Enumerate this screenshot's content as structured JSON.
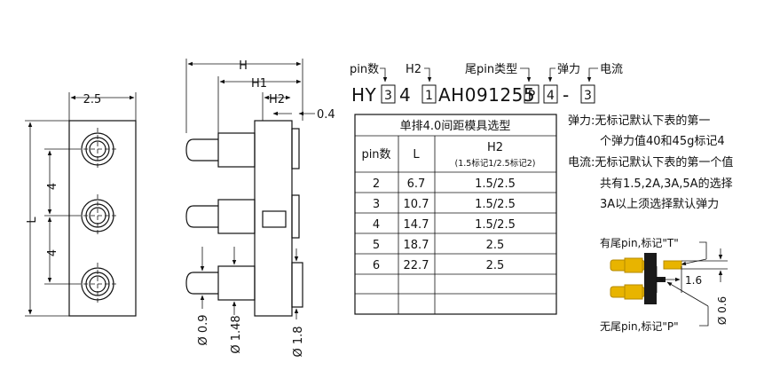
{
  "front_view": {
    "width_label": "2.5",
    "pitch_top_label": "4",
    "pitch_bottom_label": "4",
    "length_label": "L"
  },
  "side_view": {
    "h_label": "H",
    "h1_label": "H1",
    "h2_label": "H2",
    "gap_label": "0.4",
    "dia_tip_label": "Ø 0.9",
    "dia_barrel_label": "Ø 1.48",
    "dia_tail_label": "Ø 1.8"
  },
  "part_code": {
    "prefix": "HY",
    "pin_count": "3",
    "digit": "4",
    "h2_code": "1",
    "mid": "AH091255",
    "tail_type": "P",
    "force": "4",
    "dash": "-",
    "current": "3",
    "callout_pin": "pin数",
    "callout_h2": "H2",
    "callout_tail": "尾pin类型",
    "callout_force": "弹力",
    "callout_current": "电流"
  },
  "table": {
    "title": "单排4.0间距模具选型",
    "headers": [
      "pin数",
      "L",
      "H2",
      "(1.5标记1/2.5标记2)"
    ],
    "rows": [
      [
        "2",
        "6.7",
        "1.5/2.5"
      ],
      [
        "3",
        "10.7",
        "1.5/2.5"
      ],
      [
        "4",
        "14.7",
        "1.5/2.5"
      ],
      [
        "5",
        "18.7",
        "2.5"
      ],
      [
        "6",
        "22.7",
        "2.5"
      ],
      [
        "",
        "",
        ""
      ],
      [
        "",
        "",
        ""
      ]
    ]
  },
  "notes": [
    "弹力:无标记默认下表的第一",
    "个弹力值40和45g标记4",
    "电流:无标记默认下表的第一个值",
    "共有1.5,2A,3A,5A的选择",
    "3A以上须选择默认弹力"
  ],
  "tail_detail": {
    "with_tail": "有尾pin,标记\"T\"",
    "without_tail": "无尾pin,标记\"P\"",
    "len_label": "1.6",
    "dia_label": "Ø 0.6"
  },
  "colors": {
    "pin_gold": "#E8B400",
    "pin_gold_dark": "#B58A00",
    "body_black": "#1A1A1A"
  }
}
